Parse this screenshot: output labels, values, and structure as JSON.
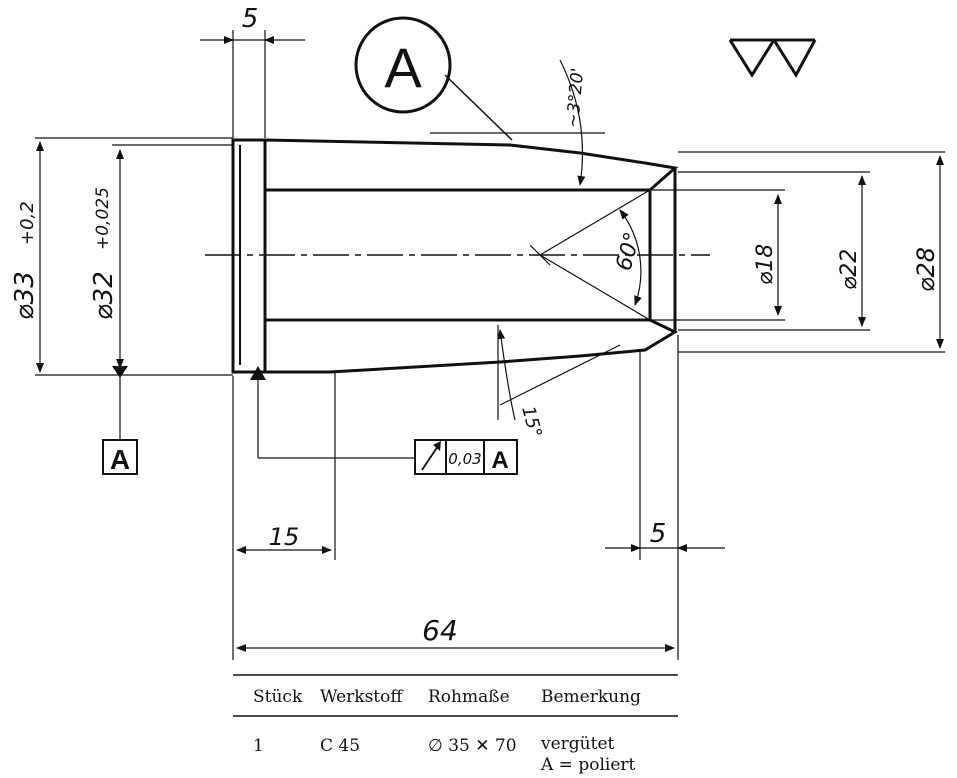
{
  "dimensions": {
    "top_width": "5",
    "outer_diameter": "⌀33",
    "outer_diameter_tol": "+0,2",
    "bore_diameter": "⌀32",
    "bore_diameter_tol": "+0,025",
    "d18": "⌀18",
    "d22": "⌀22",
    "d28": "⌀28",
    "angle_60": "60°",
    "angle_3_20": "~3°20'",
    "angle_15": "15°",
    "len_15": "15",
    "len_5_right": "5",
    "total_length": "64"
  },
  "detail_label": "A",
  "datum_label": "A",
  "tolerance_frame": {
    "symbol": "runout-arrow-icon",
    "value": "0,03",
    "datum": "A"
  },
  "parts_table": {
    "headers": [
      "Stück",
      "Werkstoff",
      "Rohmaße",
      "Bemerkung"
    ],
    "row": {
      "qty": "1",
      "material": "C 45",
      "raw_size": "∅ 35 ✕ 70",
      "remark_line1": "vergütet",
      "remark_line2": "A = poliert"
    }
  }
}
